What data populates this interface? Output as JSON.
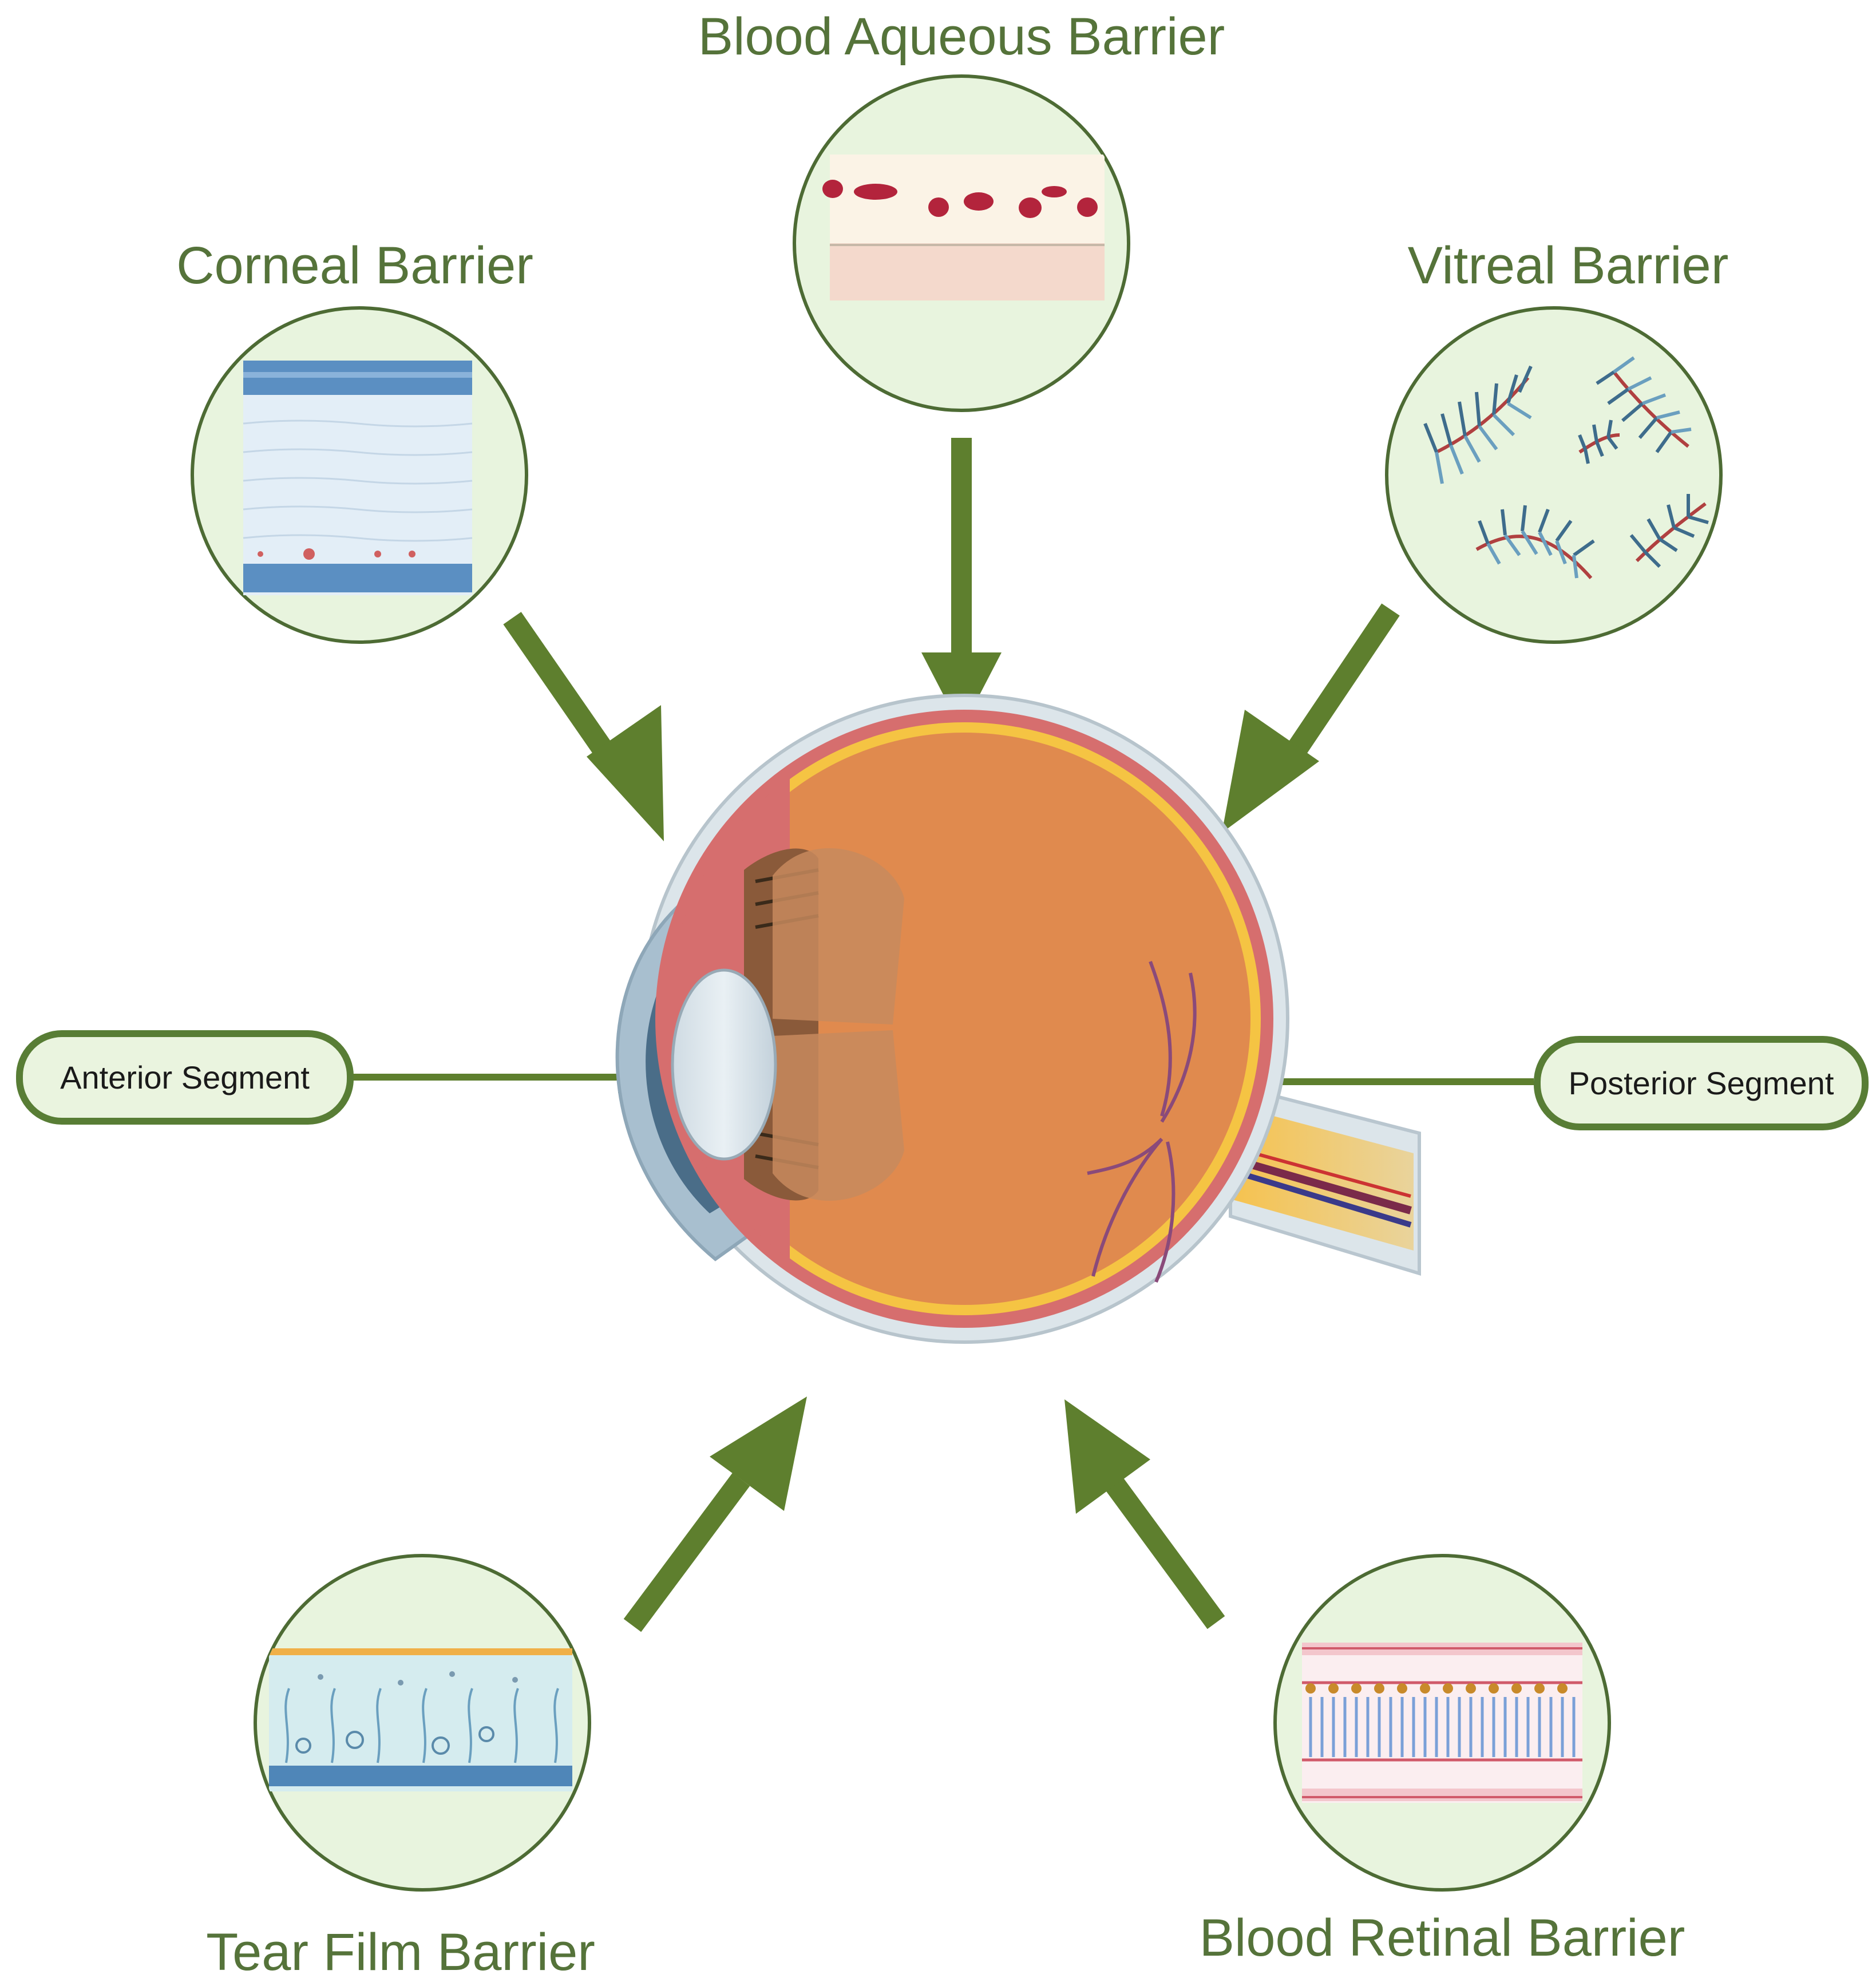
{
  "diagram": {
    "barriers": [
      {
        "id": "blood-aqueous",
        "label": "Blood Aqueous Barrier"
      },
      {
        "id": "corneal",
        "label": "Corneal Barrier"
      },
      {
        "id": "vitreal",
        "label": "Vitreal Barrier"
      },
      {
        "id": "tear-film",
        "label": "Tear Film Barrier"
      },
      {
        "id": "blood-retinal",
        "label": "Blood Retinal Barrier"
      }
    ],
    "segments": {
      "anterior": "Anterior Segment",
      "posterior": "Posterior Segment"
    }
  },
  "colors": {
    "arrow_green": "#5e7f2e",
    "label_green": "#55733a",
    "circle_fill": "#e8f4de",
    "circle_stroke": "#4d6b34",
    "eye_orange": "#e08a4e",
    "sclera_blue": "#dce5ea"
  },
  "icons": [
    "corneal-tissue-icon",
    "blood-vessel-tissue-icon",
    "vitreous-fibers-icon",
    "tear-film-tissue-icon",
    "retinal-tissue-icon",
    "eye-cross-section-icon"
  ]
}
